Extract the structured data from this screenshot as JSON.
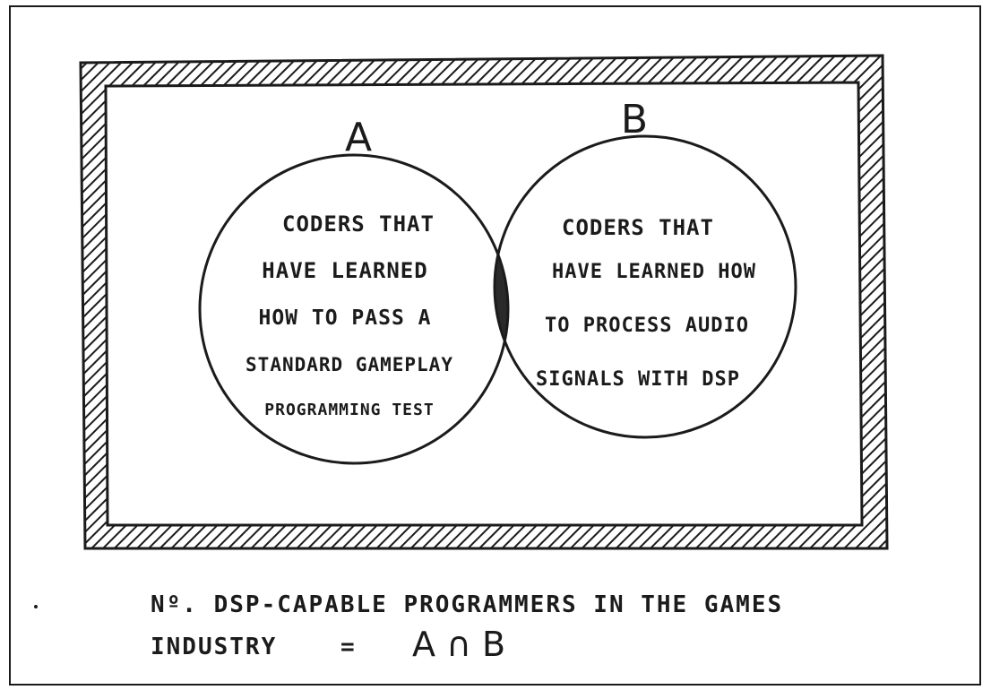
{
  "venn": {
    "set_a": {
      "label": "A",
      "lines": [
        "CODERS THAT",
        "HAVE LEARNED",
        "HOW TO PASS A",
        "STANDARD GAMEPLAY",
        "PROGRAMMING TEST"
      ]
    },
    "set_b": {
      "label": "B",
      "lines": [
        "CODERS THAT",
        "HAVE LEARNED HOW",
        "TO PROCESS AUDIO",
        "SIGNALS WITH DSP"
      ]
    },
    "intersection_color": "#2a2a2a"
  },
  "caption": {
    "line1": "Nº. DSP-CAPABLE PROGRAMMERS IN THE GAMES",
    "line2": "INDUSTRY",
    "equals": "=",
    "formula": "A ∩ B"
  },
  "colors": {
    "ink": "#1b1b1b",
    "paper": "#ffffff"
  }
}
